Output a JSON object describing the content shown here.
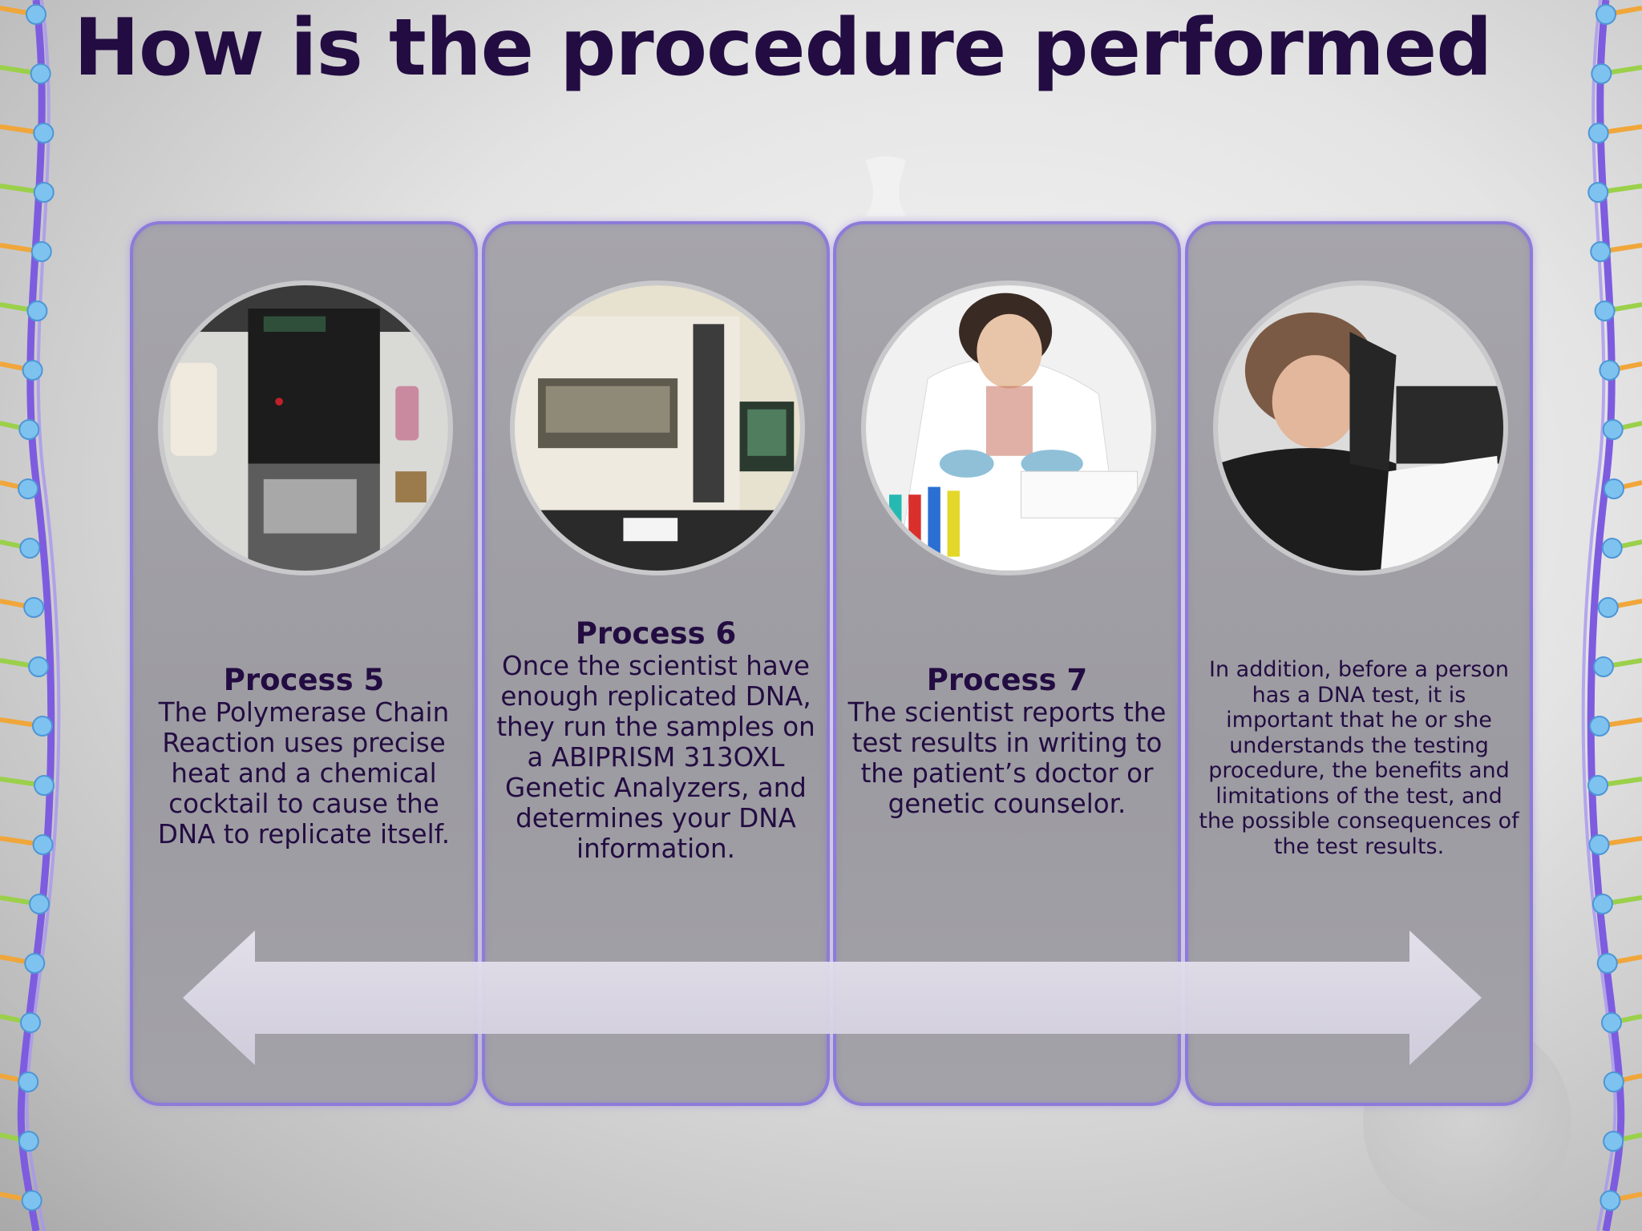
{
  "slide": {
    "title": "How is the procedure performed"
  },
  "cards": [
    {
      "title": "Process 5",
      "body": "The Polymerase Chain Reaction uses precise heat and a chemical cocktail to cause the DNA to replicate itself."
    },
    {
      "title": "Process 6",
      "body": "Once the scientist have enough replicated DNA, they run the samples on a ABIPRISM 313OXL Genetic Analyzers, and determines your DNA information."
    },
    {
      "title": "Process 7",
      "body": "The scientist reports the test results in writing to the patient’s doctor or genetic counselor."
    },
    {
      "body": "In addition, before a person has a DNA test, it is important that he or she understands the testing procedure, the benefits and limitations of the test, and the possible consequences of the test results."
    }
  ],
  "colors": {
    "title": "#230c42",
    "card_border": "#8d7bd9",
    "card_fill": "#a6a5ab",
    "arrow": "#dcd9e6"
  },
  "icons": [
    "dna-helix-left",
    "dna-helix-right",
    "double-headed-arrow"
  ]
}
